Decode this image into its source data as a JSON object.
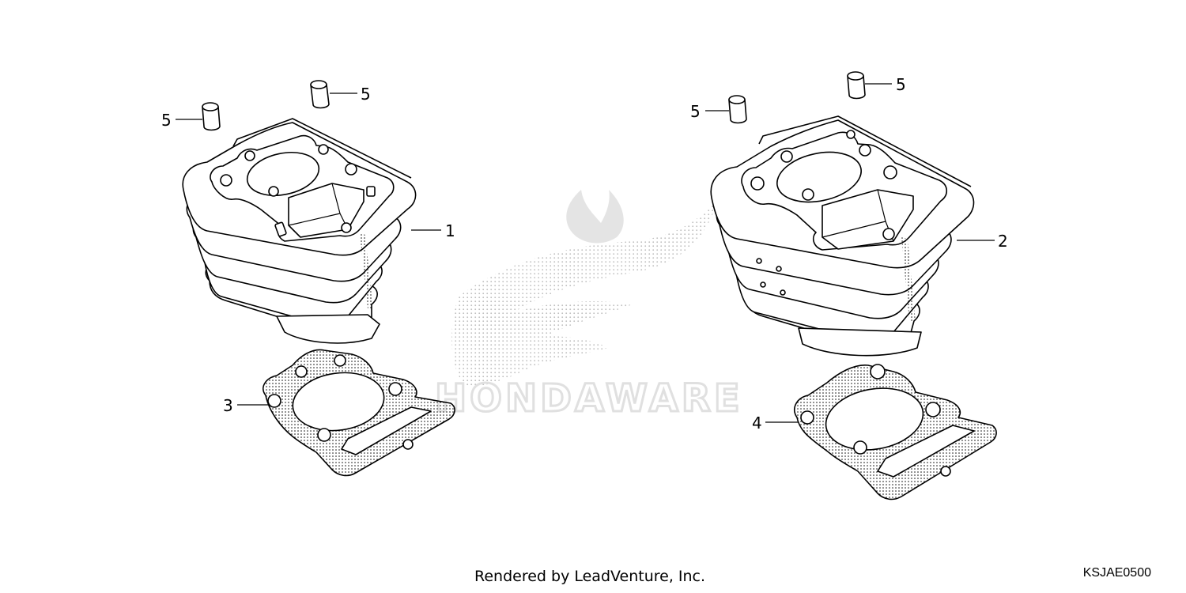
{
  "callouts": {
    "c1": "1",
    "c2": "2",
    "c3": "3",
    "c4": "4",
    "c5a": "5",
    "c5b": "5",
    "c5c": "5",
    "c5d": "5"
  },
  "footer": {
    "credit": "Rendered by LeadVenture, Inc.",
    "diagram_code": "KSJAE0500"
  },
  "colors": {
    "line": "#000000",
    "watermark": "#c8c8c8"
  },
  "icons": {
    "watermark": "honda-wing-icon"
  }
}
